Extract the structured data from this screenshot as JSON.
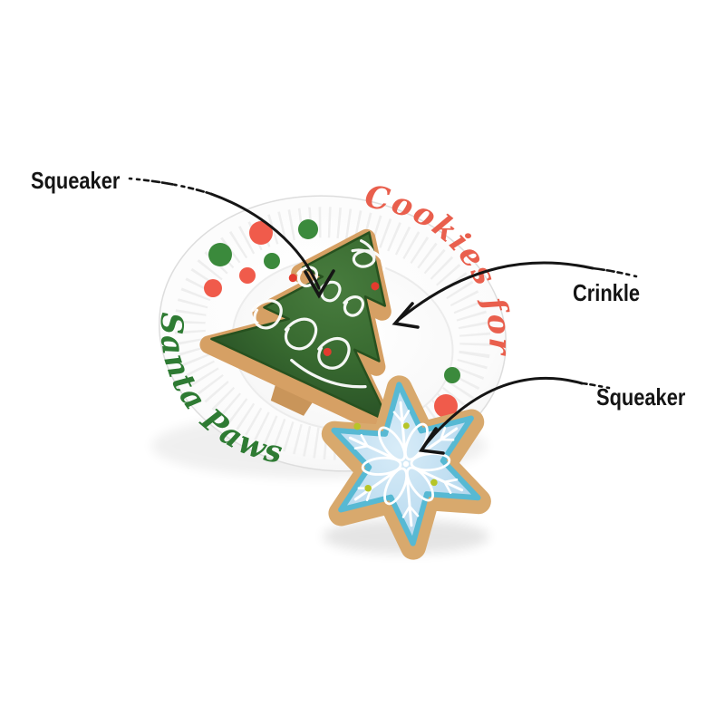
{
  "background": "#ffffff",
  "annotations": {
    "text_color": "#151515",
    "arrow_color": "#151515",
    "items": [
      {
        "label": "Squeaker",
        "target": "christmas-tree-cookie"
      },
      {
        "label": "Crinkle",
        "target": "cookie-body"
      },
      {
        "label": "Squeaker",
        "target": "snowflake-cookie"
      }
    ]
  },
  "plate": {
    "arc_text_top": "Cookies for",
    "arc_text_bottom": "Santa Paws",
    "arc_text_top_color": "#e95f4d",
    "arc_text_bottom_color": "#2e7b33",
    "dot_green": "#3b8a3c",
    "dot_red": "#f05b4b",
    "plate_color": "#ffffff"
  },
  "toys": {
    "tree_cookie": {
      "icing_color": "#35672e",
      "cookie_color": "#d6a064",
      "sprinkle_color": "#e33b2e",
      "piping_color": "#ffffff"
    },
    "snowflake_cookie": {
      "icing_color": "#bcdcf0",
      "outline_color": "#57b9d3",
      "cookie_color": "#d8a96d",
      "sprinkle_color": "#b6c528",
      "piping_color": "#ffffff"
    }
  }
}
